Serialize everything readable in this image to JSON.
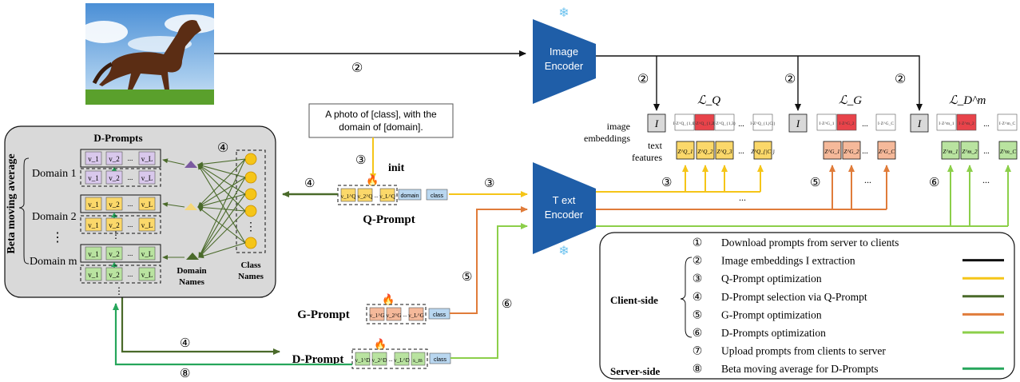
{
  "colors": {
    "black": "#111111",
    "yellow": "#f5c518",
    "dark_green": "#4a6a2a",
    "orange": "#e07c3a",
    "light_green": "#8ccf4a",
    "beta_green": "#26a65b",
    "encoder_blue": "#1f5ea8",
    "panel_gray": "#d9d9d9",
    "frozen_blue": "#6ec3ef",
    "flame": "#e8541e"
  },
  "icons": {
    "frozen": "snowflake-icon",
    "trainable": "flame-icon",
    "horse": "horse-photo"
  },
  "encoders": {
    "image": {
      "line1": "Image",
      "line2": "Encoder"
    },
    "text": {
      "line1": "T ext",
      "line2": "Encoder"
    }
  },
  "template": {
    "line1": "A photo of [class], with the",
    "line2": "domain of [domain]."
  },
  "labels": {
    "init": "init",
    "q_prompt": "Q-Prompt",
    "g_prompt": "G-Prompt",
    "d_prompt": "D-Prompt",
    "d_prompts": "D-Prompts",
    "image_embeddings": [
      "image",
      "embeddings"
    ],
    "text_features": [
      "text",
      "features"
    ],
    "beta_moving_average": "Beta moving average",
    "domain_names": [
      "Domain",
      "Names"
    ],
    "class_names": [
      "Class",
      "Names"
    ],
    "ellipsis": "...",
    "vdots": "⋮",
    "I": "I"
  },
  "tokens": {
    "domain": "domain",
    "class": "class",
    "s_m": "s_m",
    "v1": "v_1",
    "v2": "v_2",
    "vL": "v_L",
    "vq1": "v_1^Q",
    "vq2": "v_2^Q",
    "vqL": "v_L^Q",
    "vg1": "v_1^G",
    "vg2": "v_2^G",
    "vgL": "v_L^G",
    "vd1": "v_1^D",
    "vd2": "v_2^D",
    "vdL": "v_L^D"
  },
  "domains": [
    "Domain 1",
    "Domain 2",
    "⋮",
    "Domain m"
  ],
  "losses": {
    "q": "ℒ_Q",
    "g": "ℒ_G",
    "d": "ℒ_D^m"
  },
  "step_numbers": {
    "s2": "②",
    "s3": "③",
    "s4": "④",
    "s5": "⑤",
    "s6": "⑥",
    "s8": "⑧"
  },
  "features": {
    "zq": [
      "Z^Q_1",
      "Z^Q_2",
      "Z^Q_3",
      "Z^Q_{|C|}"
    ],
    "zg": [
      "Z^G_1",
      "Z^G_2",
      "Z^G_C"
    ],
    "zd": [
      "Z^m_1",
      "Z^m_2",
      "Z^m_C"
    ],
    "iq": [
      "I·Z^Q_{1,1}",
      "I·Z^Q_{1,2}",
      "I·Z^Q_{1,3}",
      "I·Z^Q_{1,|C|}"
    ],
    "ig": [
      "I·Z^G_1",
      "I·Z^G_2",
      "I·Z^G_C"
    ],
    "id": [
      "I·Z^m_1",
      "I·Z^m_2",
      "I·Z^m_C"
    ]
  },
  "legend": {
    "client_side": "Client-side",
    "server_side": "Server-side",
    "items": [
      {
        "num": "①",
        "text": "Download prompts from server to clients",
        "color": ""
      },
      {
        "num": "②",
        "text": "Image embeddings I extraction",
        "color": "#111111"
      },
      {
        "num": "③",
        "text": "Q-Prompt optimization",
        "color": "#f5c518"
      },
      {
        "num": "④",
        "text": "D-Prompt selection via Q-Prompt",
        "color": "#4a6a2a"
      },
      {
        "num": "⑤",
        "text": "G-Prompt optimization",
        "color": "#e07c3a"
      },
      {
        "num": "⑥",
        "text": "D-Prompts optimization",
        "color": "#8ccf4a"
      },
      {
        "num": "⑦",
        "text": "Upload prompts from clients to server",
        "color": ""
      },
      {
        "num": "⑧",
        "text": "Beta moving average for D-Prompts",
        "color": "#26a65b"
      }
    ]
  }
}
